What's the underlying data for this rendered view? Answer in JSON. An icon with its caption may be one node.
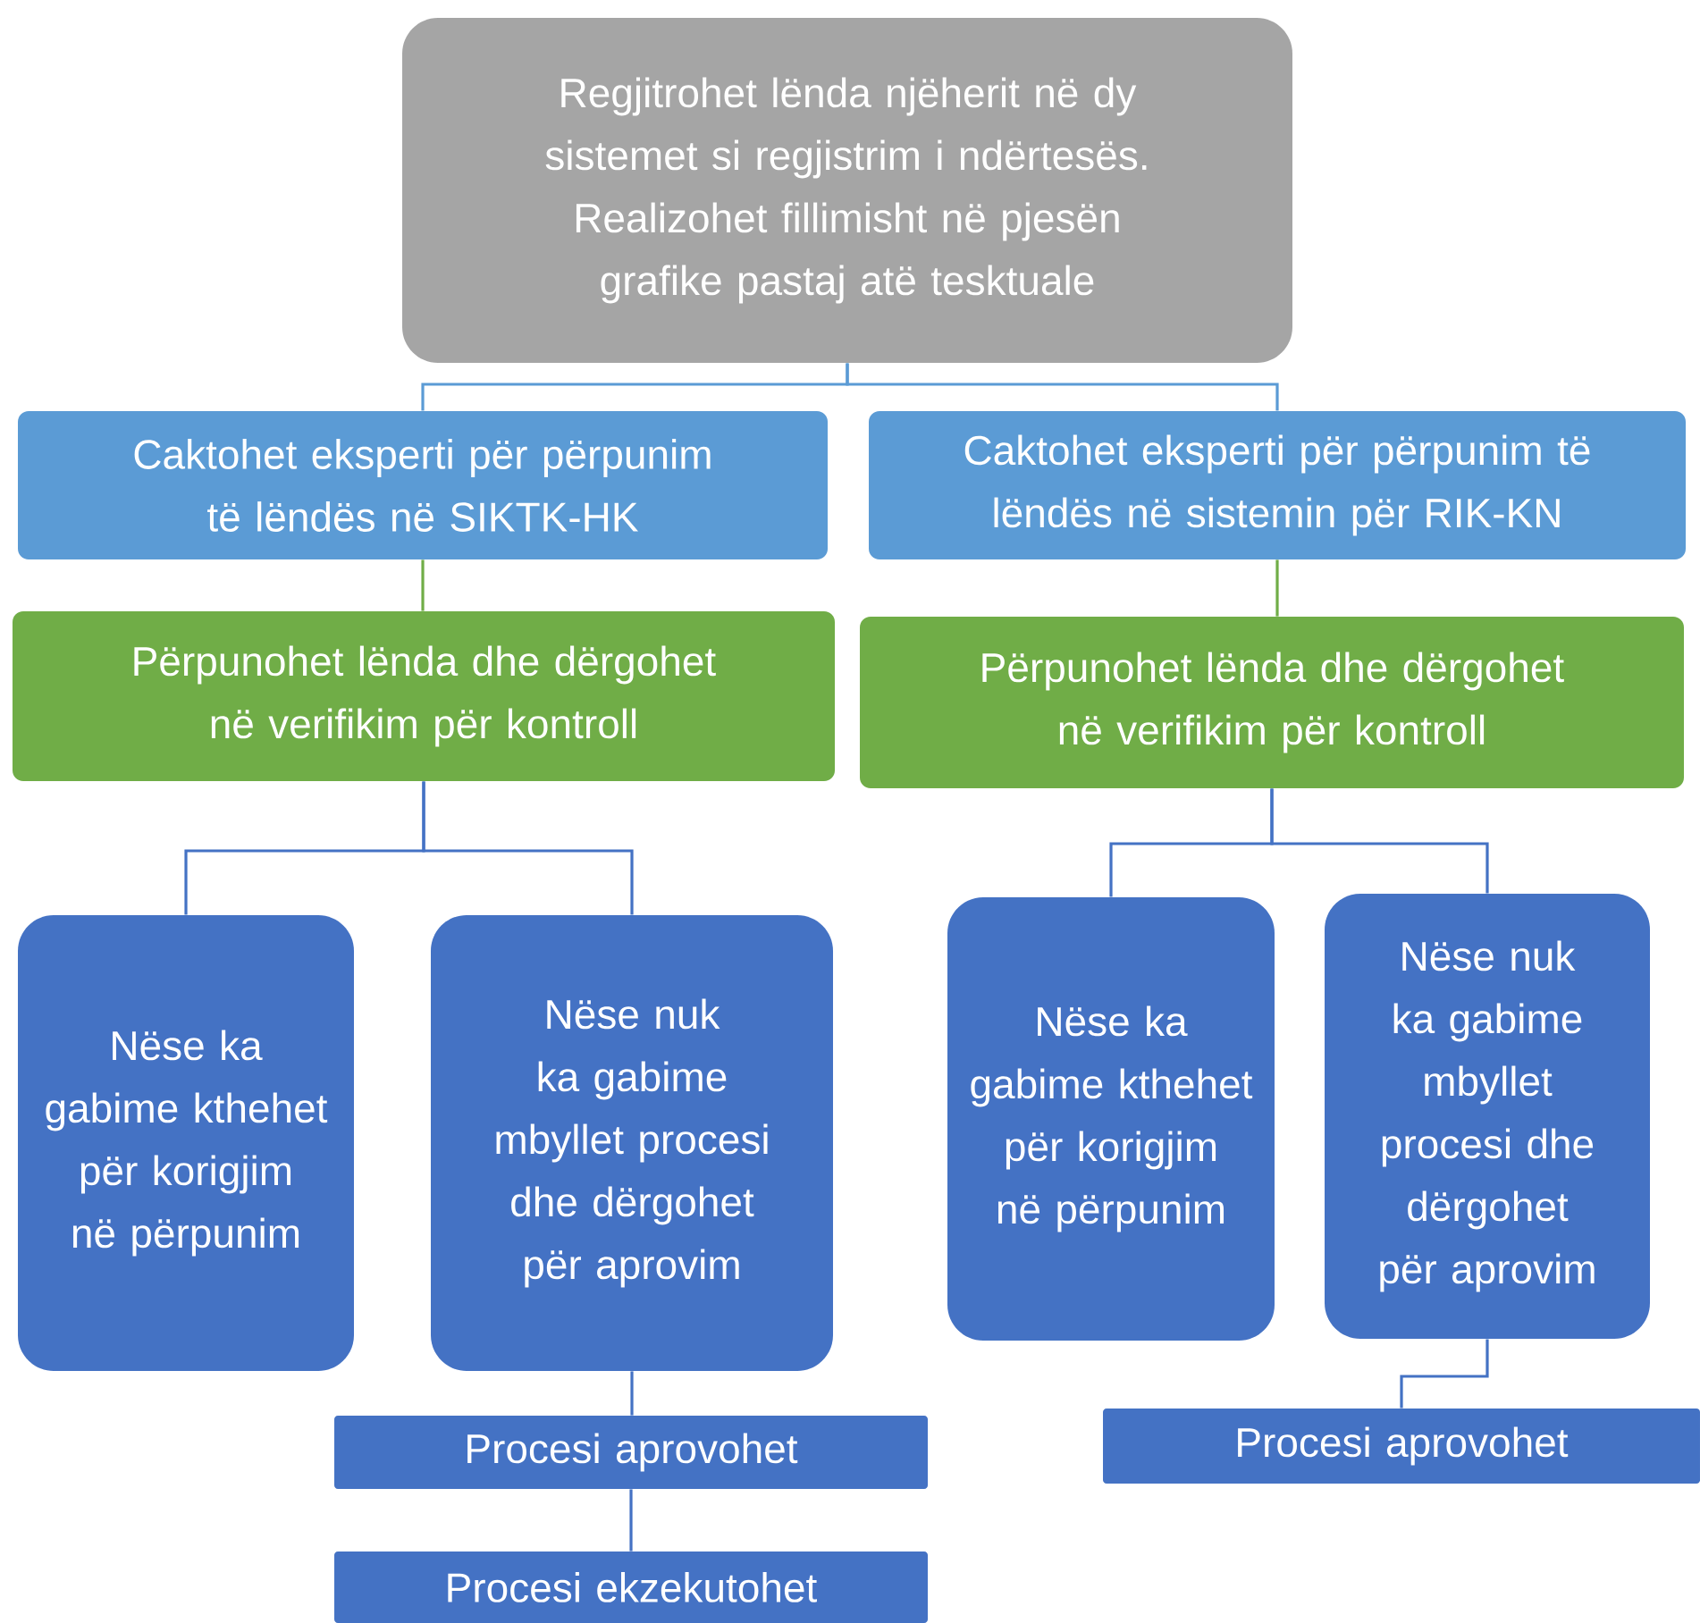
{
  "diagram": {
    "nodes": [
      {
        "text": [
          "Regjitrohet lënda njëherit në dy sistemet si regjistrim i ndërtesës. Realizohet fillimisht në pjesën grafike pastaj atë tesktuale"
        ]
      },
      {
        "text": [
          "Caktohet eksperti për përpunim të lëndës në SIKTK-HK"
        ]
      },
      {
        "text": [
          "Caktohet eksperti për përpunim të lëndës në sistemin për RIK-KN"
        ]
      },
      {
        "text": [
          "Përpunohet lënda dhe dërgohet në verifikim për kontroll"
        ]
      },
      {
        "text": [
          "Përpunohet lënda dhe dërgohet në verifikim për kontroll"
        ]
      },
      {
        "text": [
          "Nëse ka gabime kthehet për korigjim në përpunim"
        ]
      },
      {
        "text": [
          "Nëse nuk ka gabime mbyllet procesi dhe dërgohet për aprovim"
        ]
      },
      {
        "text": [
          "Nëse ka gabime kthehet për korigjim në përpunim"
        ]
      },
      {
        "text": [
          "Nëse nuk ka gabime mbyllet procesi dhe dërgohet për aprovim"
        ]
      },
      {
        "text": [
          "Procesi aprovohet"
        ]
      },
      {
        "text": [
          "Procesi ekzekutohet"
        ]
      },
      {
        "text": [
          "Procesi aprovohet"
        ]
      }
    ],
    "edges": [
      {
        "from": 0,
        "to": 1,
        "arrow": "none",
        "color": "#5b9bd5"
      },
      {
        "from": 0,
        "to": 2,
        "arrow": "none",
        "color": "#5b9bd5"
      },
      {
        "from": 1,
        "to": 3,
        "arrow": "none",
        "color": "#70ad47"
      },
      {
        "from": 2,
        "to": 4,
        "arrow": "none",
        "color": "#70ad47"
      },
      {
        "from": 3,
        "to": 5,
        "arrow": "none"
      },
      {
        "from": 3,
        "to": 6,
        "arrow": "none"
      },
      {
        "from": 4,
        "to": 7,
        "arrow": "none"
      },
      {
        "from": 4,
        "to": 8,
        "arrow": "none"
      },
      {
        "from": 6,
        "to": 9,
        "arrow": "none"
      },
      {
        "from": 9,
        "to": 10,
        "arrow": "none"
      },
      {
        "from": 8,
        "to": 11,
        "arrow": "none"
      }
    ]
  }
}
